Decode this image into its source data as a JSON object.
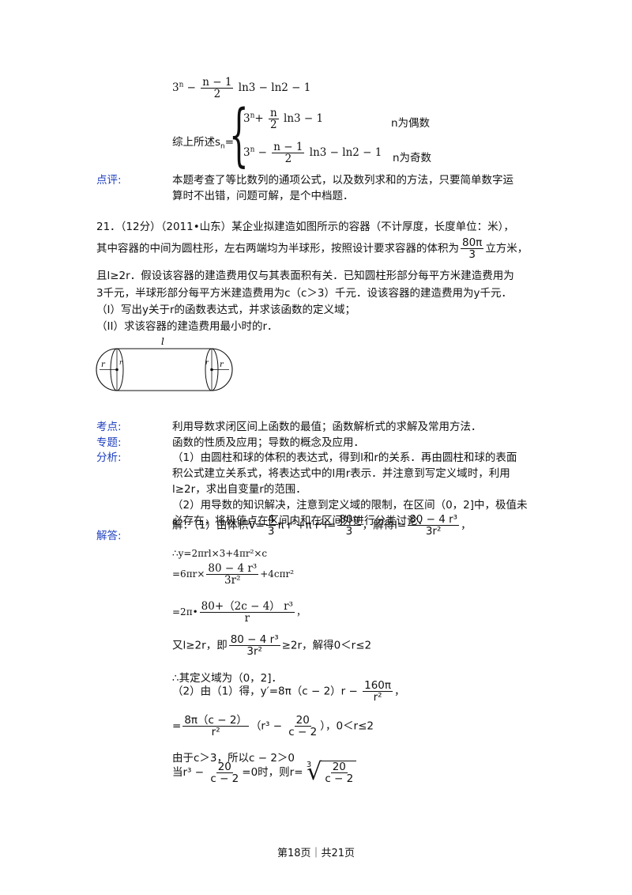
{
  "top": {
    "line1_a": "3",
    "line1_sup": "n",
    "line1_b": " − ",
    "line1_num": "n − 1",
    "line1_den": "2",
    "line1_c": "ln3 − ln2  − 1",
    "summary": "综上所述s",
    "summary_sub": "n",
    "summary_eq": "=",
    "case1_a": "3",
    "case1_sup": "n",
    "case1_b": "+",
    "case1_num": "n",
    "case1_den": "2",
    "case1_c": "ln3  − 1",
    "case1_cond": "n为偶数",
    "case2_a": "3",
    "case2_sup": "n",
    "case2_b": " − ",
    "case2_num": "n − 1",
    "case2_den": "2",
    "case2_c": "ln3 − ln2  − 1",
    "case2_cond": "n为奇数"
  },
  "review": {
    "label": "点评:",
    "line1": "本题考查了等比数列的通项公式，以及数列求和的方法，只要简单数字运",
    "line2": "算时不出错，问题可解，是个中档题．"
  },
  "problem": {
    "line1": "21．（12分）（2011•山东）某企业拟建造如图所示的容器（不计厚度，长度单位：米），",
    "line2_a": "其中容器的中间为圆柱形，左右两端均为半球形，按照设计要求容器的体积为",
    "line2_num": "80π",
    "line2_den": "3",
    "line2_b": "立方米，",
    "line3": "且l≥2r．假设该容器的建造费用仅与其表面积有关．已知圆柱形部分每平方米建造费用为",
    "line4": "3千元，半球形部分每平方米建造费用为c（c＞3）千元．设该容器的建造费用为y千元．",
    "q1": "（I）写出y关于r的函数表达式，并求该函数的定义域；",
    "q2": "（II）求该容器的建造费用最小时的r．"
  },
  "figure": {
    "label_l": "l",
    "label_r": "r"
  },
  "kaodian": {
    "label": "考点:",
    "text": "利用导数求闭区间上函数的最值；函数解析式的求解及常用方法．"
  },
  "zhuanti": {
    "label": "专题:",
    "text": "函数的性质及应用；导数的概念及应用．"
  },
  "fenxi": {
    "label": "分析:",
    "line1": "（1）由圆柱和球的体积的表达式，得到l和r的关系．再由圆柱和球的表面",
    "line2": "积公式建立关系式，将表达式中的l用r表示．并注意到写定义域时，利用",
    "line3": "l≥2r，求出自变量r的范围．",
    "line4": "（2）用导数的知识解决，注意到定义域的限制，在区间（0，2]中，极值未",
    "line5": "必存在，将极值点在区间内和在区间外进行分类讨论．"
  },
  "jieda": {
    "label": "解答:",
    "s1_a": "解：（1）由体积V=",
    "s1_f1n": "4",
    "s1_f1d": "3",
    "s1_b": "π r",
    "s1_sup1": "3",
    "s1_c": "+π r",
    "s1_sup2": "2",
    "s1_d": "l=",
    "s1_f2n": "80π",
    "s1_f2d": "3",
    "s1_e": "，解得l=",
    "s1_f3n": "80 − 4 r³",
    "s1_f3d": "3r²",
    "s1_f": "，",
    "s2": "∴y=2πrl×3+4πr²×c",
    "s3_a": "=6πr×",
    "s3_n": "80 − 4 r³",
    "s3_d": "3r²",
    "s3_b": "+4cπr²",
    "s4_a": "=2π•",
    "s4_n": "80+（2c − 4） r³",
    "s4_d": "r",
    "s4_b": "，",
    "s5_a": "又l≥2r，即",
    "s5_n": "80 − 4 r³",
    "s5_d": "3r²",
    "s5_b": "≥2r，解得0＜r≤2",
    "s6": "∴其定义域为（0，2]．",
    "s7_a": "（2）由（1）得，y′=8π（c − 2）r − ",
    "s7_n": "160π",
    "s7_d": "r²",
    "s7_b": "，",
    "s8_a": "=",
    "s8_n": "8π（c − 2）",
    "s8_d": "r²",
    "s8_b": "（r³ − ",
    "s8_n2": "20",
    "s8_d2": "c − 2",
    "s8_c": "），0＜r≤2",
    "s9": "由于c＞3，所以c − 2＞0",
    "s10_a": "当r³ − ",
    "s10_n": "20",
    "s10_d": "c − 2",
    "s10_b": "=0时，则r=",
    "s10_idx": "3",
    "s10_rn": "20",
    "s10_rd": "c − 2"
  },
  "footer": {
    "text": "第18页｜共21页"
  }
}
